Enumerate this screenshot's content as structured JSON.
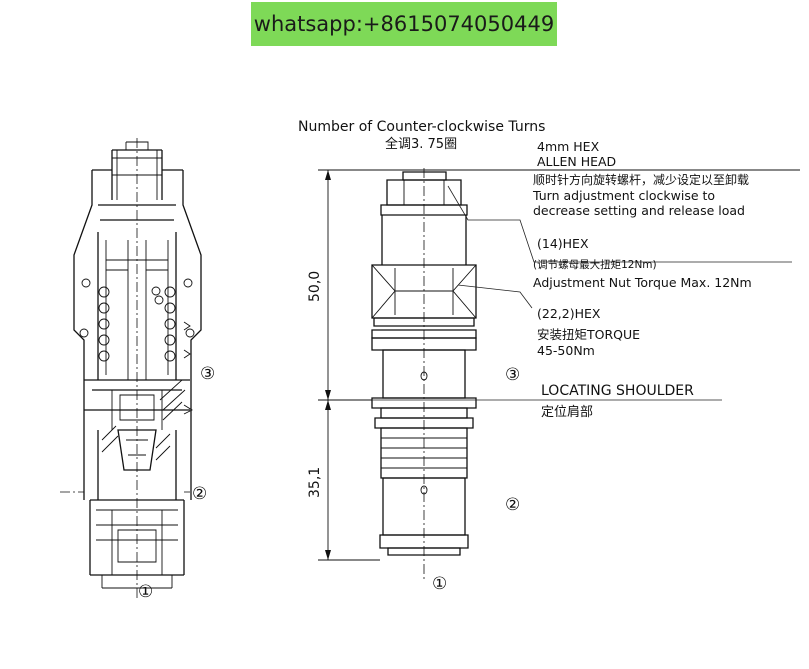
{
  "banner": {
    "text": "whatsapp:+8615074050449"
  },
  "header": {
    "title": "Number of Counter-clockwise Turns",
    "subtitle": "全调3. 75圈"
  },
  "callouts": {
    "allen_size": "4mm HEX",
    "allen_head": "ALLEN HEAD",
    "allen_cn": "顺时针方向旋转螺杆，减少设定以至卸载",
    "allen_desc1": "Turn adjustment clockwise to",
    "allen_desc2": "decrease setting and release load",
    "nut_hex": "(14)HEX",
    "nut_cn": "(调节螺母最大扭矩12Nm)",
    "nut_torque": "Adjustment Nut Torque Max. 12Nm",
    "body_hex": "(22,2)HEX",
    "body_cn": "安装扭矩TORQUE",
    "body_torque": "45-50Nm",
    "shoulder": "LOCATING SHOULDER",
    "shoulder_cn": "定位肩部"
  },
  "dimensions": {
    "upper": "50,0",
    "lower": "35,1"
  },
  "ports": {
    "p1": "①",
    "p2": "②",
    "p3": "③"
  }
}
